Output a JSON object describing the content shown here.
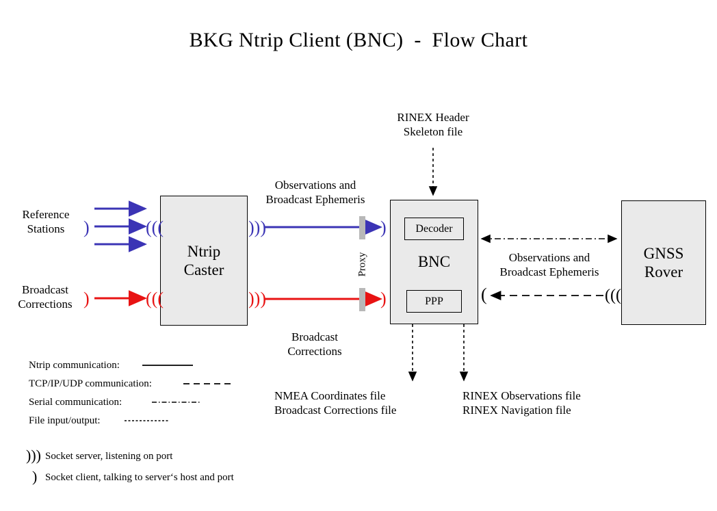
{
  "title": "BKG Ntrip Client (BNC)  -  Flow Chart",
  "colors": {
    "observation_blue": "#3b34b5",
    "corrections_red": "#e81313",
    "box_fill": "#eaeaea",
    "box_border": "#000000",
    "proxy_bar": "#b8b8b8"
  },
  "nodes": {
    "ntrip_caster": "Ntrip\nCaster",
    "bnc": "BNC",
    "bnc_decoder": "Decoder",
    "bnc_ppp": "PPP",
    "gnss_rover": "GNSS\nRover",
    "proxy": "Proxy"
  },
  "labels": {
    "reference_stations": "Reference\nStations",
    "broadcast_corrections_in": "Broadcast\nCorrections",
    "observations_ephemeris_left": "Observations and\nBroadcast Ephemeris",
    "broadcast_corrections_mid": "Broadcast\nCorrections",
    "rinex_header_skeleton": "RINEX Header\nSkeleton file",
    "observations_ephemeris_right": "Observations and\nBroadcast Ephemeris",
    "nmea_output": "NMEA Coordinates file\nBroadcast Corrections file",
    "rinex_output": "RINEX Observations file\nRINEX Navigation file"
  },
  "legend": {
    "lines": [
      {
        "label": "Ntrip communication:",
        "style": "solid"
      },
      {
        "label": "TCP/IP/UDP communication:",
        "style": "dashed"
      },
      {
        "label": "Serial communication:",
        "style": "dash-dot"
      },
      {
        "label": "File input/output:",
        "style": "dotted"
      }
    ],
    "sockets": [
      {
        "glyph": ")))",
        "label": "Socket server, listening on port"
      },
      {
        "glyph": ")",
        "label": "Socket client, talking to server‘s host and port"
      }
    ]
  },
  "glyphs": {
    "socket_server": ")))",
    "socket_client": ")",
    "socket_server_mirrored": "(((",
    "socket_client_mirrored": "("
  }
}
